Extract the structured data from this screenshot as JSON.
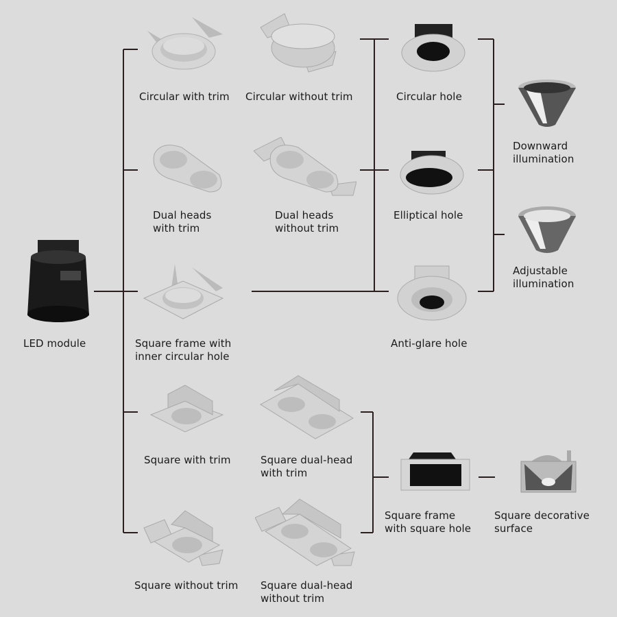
{
  "colors": {
    "background": "#dcdcdc",
    "connector": "#2a1e1e",
    "metal": "#c9c9c9",
    "dark": "#151515"
  },
  "source": {
    "label": "LED module"
  },
  "housings": [
    {
      "id": "circular-with-trim",
      "lines": [
        "Circular with trim"
      ]
    },
    {
      "id": "circular-without-trim",
      "lines": [
        "Circular without trim"
      ]
    },
    {
      "id": "dual-heads-with-trim",
      "lines": [
        "Dual heads",
        "with trim"
      ]
    },
    {
      "id": "dual-heads-without-trim",
      "lines": [
        "Dual heads",
        "without trim"
      ]
    },
    {
      "id": "square-frame-inner-circular",
      "lines": [
        "Square frame with",
        "inner circular hole"
      ]
    },
    {
      "id": "square-with-trim",
      "lines": [
        "Square with trim"
      ]
    },
    {
      "id": "square-dual-head-with-trim",
      "lines": [
        "Square dual-head",
        "with trim"
      ]
    },
    {
      "id": "square-without-trim",
      "lines": [
        "Square without trim"
      ]
    },
    {
      "id": "square-dual-head-without-trim",
      "lines": [
        "Square dual-head",
        "without trim"
      ]
    }
  ],
  "holes": [
    {
      "id": "circular-hole",
      "lines": [
        "Circular hole"
      ]
    },
    {
      "id": "elliptical-hole",
      "lines": [
        "Elliptical hole"
      ]
    },
    {
      "id": "anti-glare-hole",
      "lines": [
        "Anti-glare hole"
      ]
    },
    {
      "id": "square-frame-square-hole",
      "lines": [
        "Square frame",
        "with square hole"
      ]
    }
  ],
  "reflectors": [
    {
      "id": "downward-illumination",
      "lines": [
        "Downward",
        "illumination"
      ]
    },
    {
      "id": "adjustable-illumination",
      "lines": [
        "Adjustable",
        "illumination"
      ]
    },
    {
      "id": "square-decorative-surface",
      "lines": [
        "Square decorative",
        "surface"
      ]
    }
  ]
}
